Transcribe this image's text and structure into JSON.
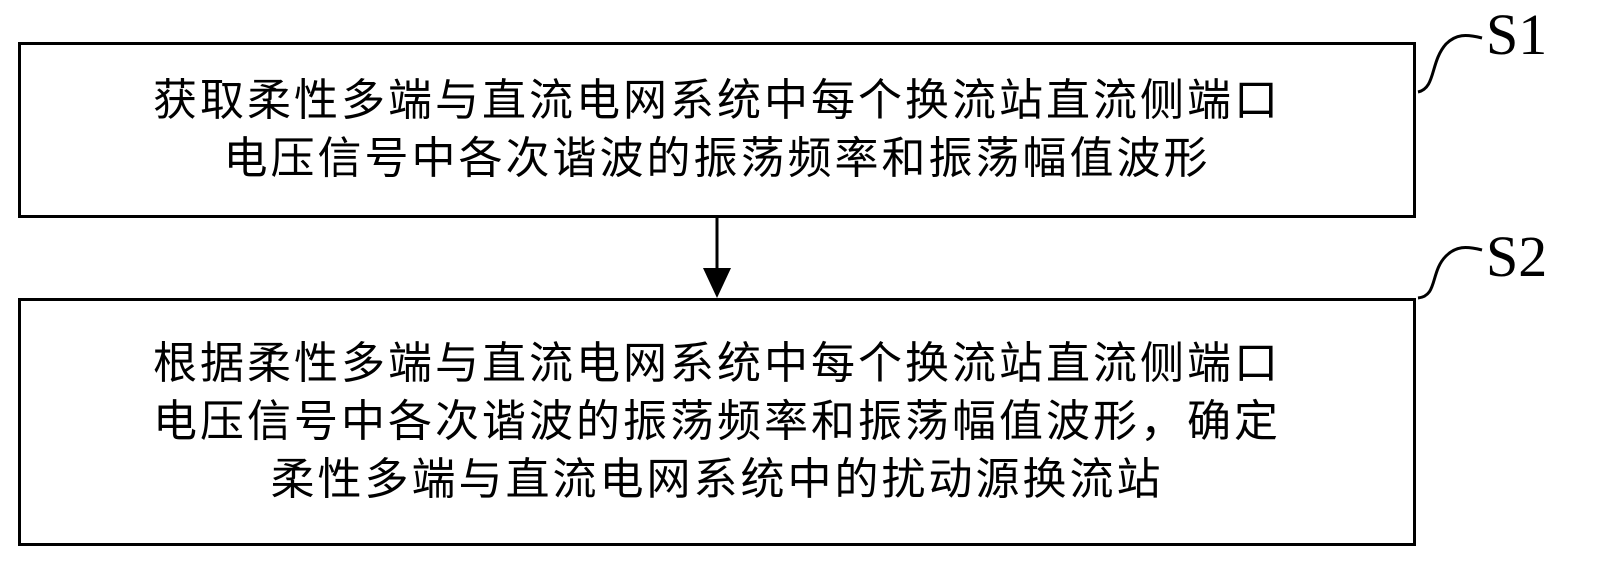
{
  "steps": [
    {
      "tag": "S1",
      "lines": [
        "获取柔性多端与直流电网系统中每个换流站直流侧端口",
        "电压信号中各次谐波的振荡频率和振荡幅值波形"
      ]
    },
    {
      "tag": "S2",
      "lines": [
        "根据柔性多端与直流电网系统中每个换流站直流侧端口",
        "电压信号中各次谐波的振荡频率和振荡幅值波形，确定",
        "柔性多端与直流电网系统中的扰动源换流站"
      ]
    }
  ],
  "colors": {
    "stroke": "#000000",
    "background": "#ffffff"
  }
}
